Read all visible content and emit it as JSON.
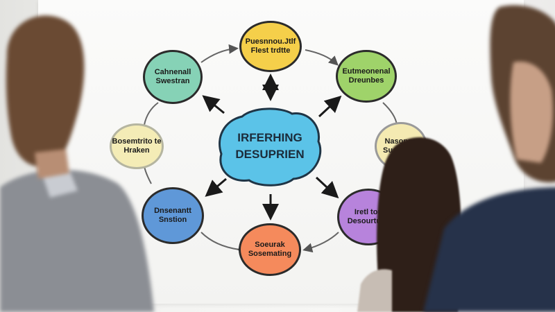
{
  "diagram": {
    "center": {
      "line1": "IRFERHING",
      "line2": "DESUPRIEN",
      "color": "#5bc3e8"
    },
    "nodes": [
      {
        "id": "top",
        "line1": "Puesnnou.Jtlf",
        "line2": "Flest trdtte",
        "color": "#f5cf4a"
      },
      {
        "id": "top-right",
        "line1": "Eutmeonenal",
        "line2": "Dreunbes",
        "color": "#9fd36a"
      },
      {
        "id": "right",
        "line1": "Nasonnq",
        "line2": "Susasnne",
        "color": "#f4eab2"
      },
      {
        "id": "bottom-right",
        "line1": "Iretl tou",
        "line2": "Desourtues",
        "color": "#b783dc"
      },
      {
        "id": "bottom",
        "line1": "Soeurak",
        "line2": "Sosemating",
        "color": "#f58a5c"
      },
      {
        "id": "bottom-left",
        "line1": "Dnsenantt",
        "line2": "Snstion",
        "color": "#5f98d8"
      },
      {
        "id": "left",
        "line1": "Bosemtrito te",
        "line2": "Hraken",
        "color": "#f4ecb6"
      },
      {
        "id": "top-left",
        "line1": "Cahnenall",
        "line2": "Swestran",
        "color": "#86d2b6"
      }
    ]
  }
}
